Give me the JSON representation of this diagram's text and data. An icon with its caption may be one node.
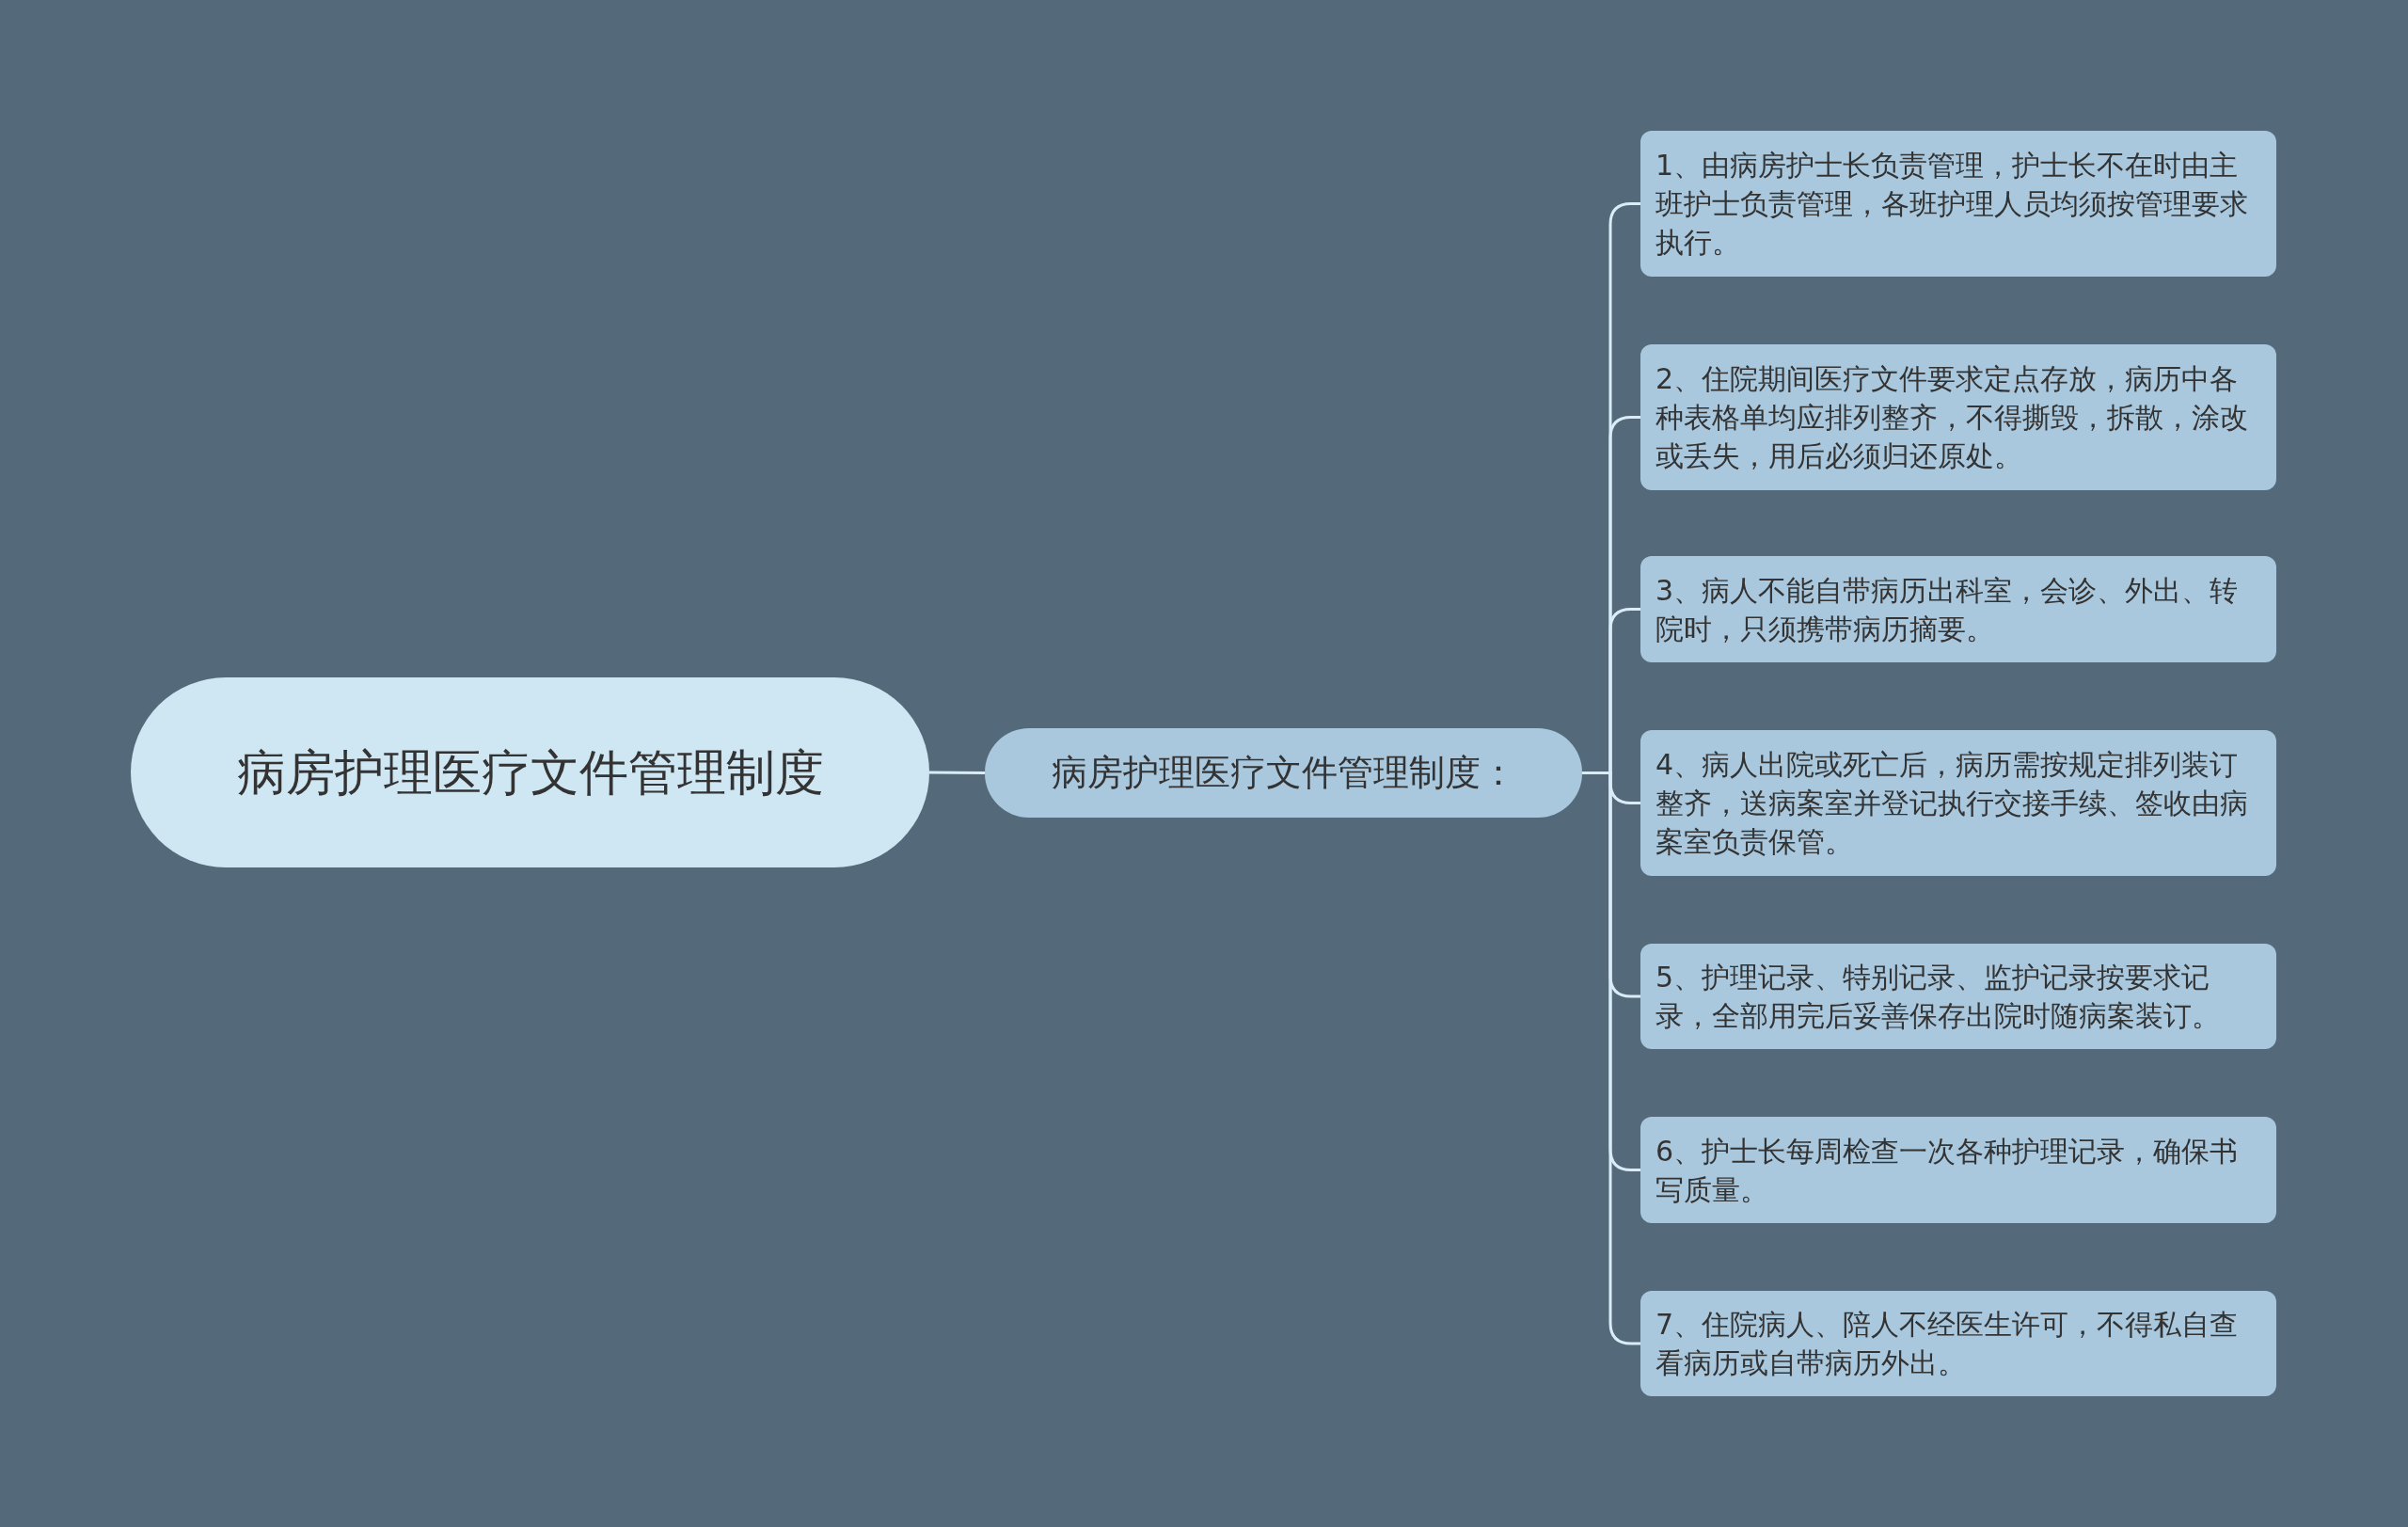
{
  "diagram": {
    "nodes": [
      {
        "text": [
          "病房护理医疗文件管理制度"
        ]
      },
      {
        "text": [
          "病房护理医疗文件管理制度："
        ]
      },
      {
        "text": [
          "1、由病房护士长负责管理，护士长不在时由主班护士负责管理，各班护理人员均须按管理要求执行。"
        ]
      },
      {
        "text": [
          "2、住院期间医疗文件要求定点存放，病历中各种表格单均应排列整齐，不得撕毁，拆散，涂改或丢失，用后必须归还原处。"
        ]
      },
      {
        "text": [
          "3、病人不能自带病历出科室，会诊、外出、转院时，只须携带病历摘要。"
        ]
      },
      {
        "text": [
          "4、病人出院或死亡后，病历需按规定排列装订整齐，送病案室并登记执行交接手续、签收由病案室负责保管。"
        ]
      },
      {
        "text": [
          "5、护理记录、特别记录、监护记录按要求记录，全部用完后妥善保存出院时随病案装订。"
        ]
      },
      {
        "text": [
          "6、护士长每周检查一次各种护理记录，确保书写质量。"
        ]
      },
      {
        "text": [
          "7、住院病人、陪人不经医生许可，不得私自查看病历或自带病历外出。"
        ]
      }
    ],
    "edges": [
      {
        "from": 0,
        "to": 1,
        "arrow": "none"
      },
      {
        "from": 1,
        "to": 2,
        "arrow": "none"
      },
      {
        "from": 1,
        "to": 3,
        "arrow": "none"
      },
      {
        "from": 1,
        "to": 4,
        "arrow": "none"
      },
      {
        "from": 1,
        "to": 5,
        "arrow": "none"
      },
      {
        "from": 1,
        "to": 6,
        "arrow": "none"
      },
      {
        "from": 1,
        "to": 7,
        "arrow": "none"
      },
      {
        "from": 1,
        "to": 8,
        "arrow": "none"
      }
    ]
  }
}
